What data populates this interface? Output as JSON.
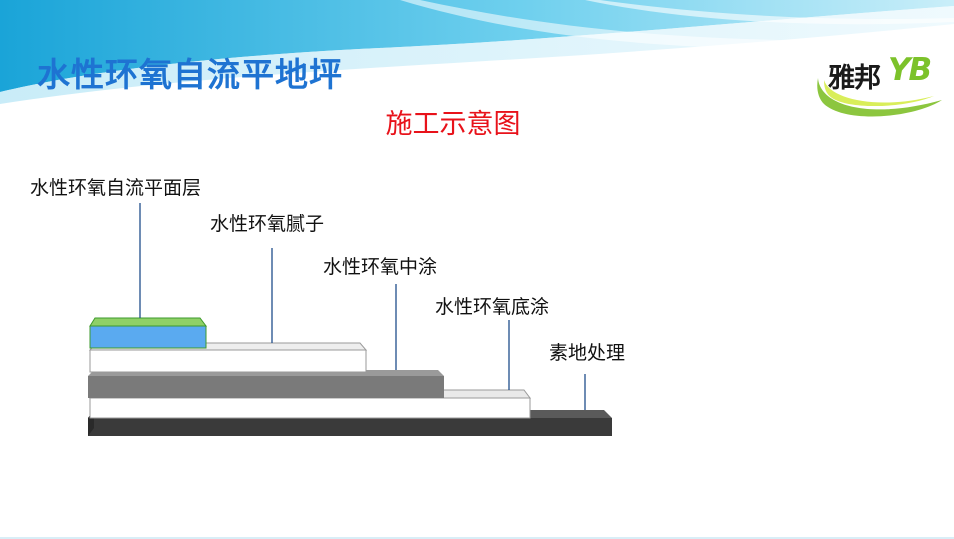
{
  "slide": {
    "title": "水性环氧自流平地坪",
    "subtitle": "施工示意图"
  },
  "logo": {
    "brand_text": "雅邦",
    "brand_mark": "YB"
  },
  "diagram": {
    "layers": [
      {
        "label": "水性环氧自流平面层",
        "color": "#5aaaf0"
      },
      {
        "label": "水性环氧腻子",
        "color": "#ffffff"
      },
      {
        "label": "水性环氧中涂",
        "color": "#7a7a7a"
      },
      {
        "label": "水性环氧底涂",
        "color": "#ffffff"
      },
      {
        "label": "素地处理",
        "color": "#3a3a3a"
      }
    ]
  },
  "colors": {
    "title": "#1e73d2",
    "subtitle": "#e8121a",
    "leader_line": "#1f4e8c",
    "logo_green": "#7cc22a"
  }
}
